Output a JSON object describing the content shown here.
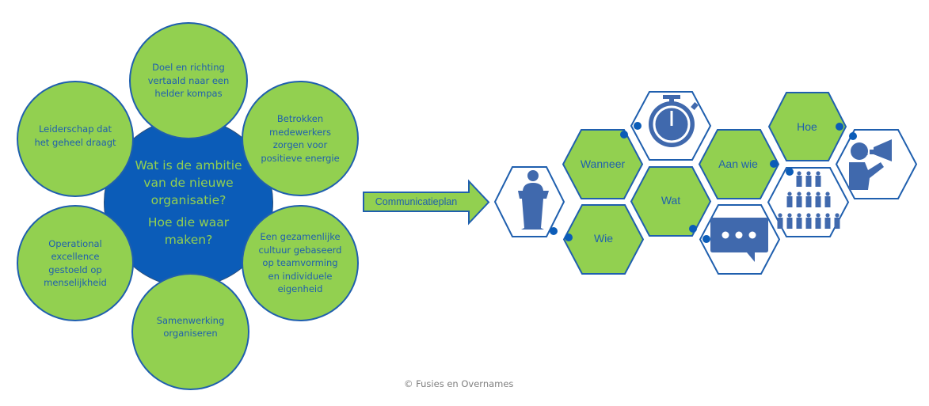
{
  "colors": {
    "green": "#92d050",
    "blue": "#0b5cb8",
    "outline": "#1f5fae",
    "icon": "#4069ad",
    "copyright": "#7f7f7f"
  },
  "center": {
    "question_1": "Wat is de ambitie van de nieuwe organisatie?",
    "question_2": "Hoe die waar maken?"
  },
  "pillars": [
    {
      "label": "Doel en richting vertaald naar een helder kompas"
    },
    {
      "label": "Betrokken medewerkers zorgen voor positieve energie"
    },
    {
      "label": "Een gezamenlijke cultuur gebaseerd op teamvorming en individuele eigenheid"
    },
    {
      "label": "Samenwerking organiseren"
    },
    {
      "label": "Operational excellence gestoeld op menselijkheid"
    },
    {
      "label": "Leiderschap dat het geheel draagt"
    }
  ],
  "arrow": {
    "label": "Communicatieplan"
  },
  "hexagons": [
    {
      "label": "Wanneer",
      "icon": "stopwatch-icon"
    },
    {
      "label": "Wat",
      "icon": "chat-bubble-icon"
    },
    {
      "label": "Wie",
      "icon": "podium-speaker-icon"
    },
    {
      "label": "Aan wie",
      "icon": "crowd-icon"
    },
    {
      "label": "Hoe",
      "icon": "megaphone-icon"
    }
  ],
  "footer": {
    "copyright": "© Fusies en Overnames"
  }
}
